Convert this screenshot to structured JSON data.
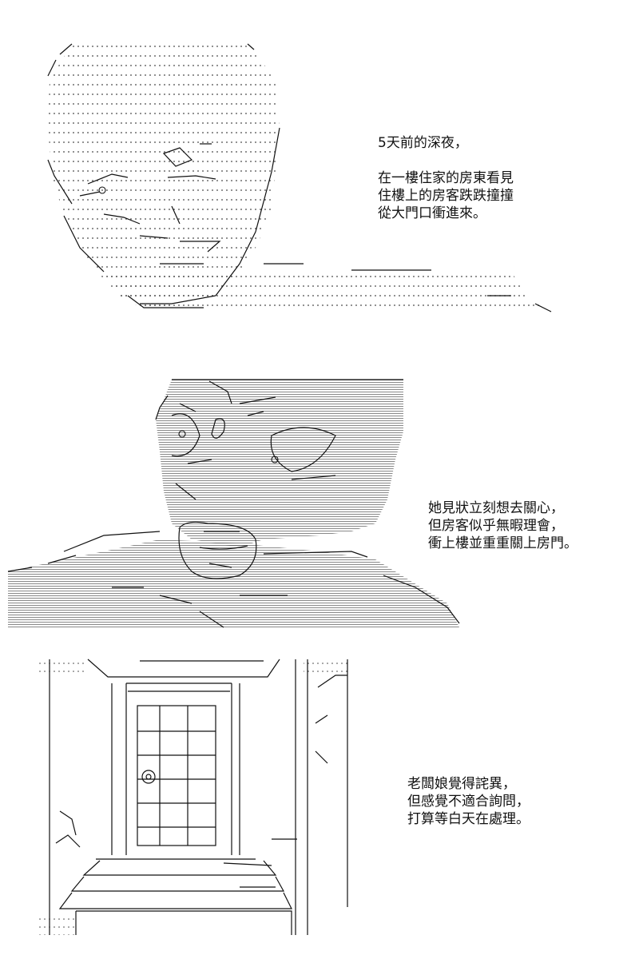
{
  "panels": [
    {
      "caption_lines": [
        "5天前的深夜，",
        "在一樓住家的房東看見",
        "住樓上的房客跌跌撞撞",
        "從大門口衝進來。"
      ]
    },
    {
      "caption_lines": [
        "她見狀立刻想去關心，",
        "但房客似乎無暇理會，",
        "衝上樓並重重關上房門。"
      ]
    },
    {
      "caption_lines": [
        "老闆娘覺得詫異，",
        "但感覺不適合詢問，",
        "打算等白天在處理。"
      ]
    }
  ],
  "colors": {
    "ink": "#111111",
    "background": "#ffffff"
  }
}
